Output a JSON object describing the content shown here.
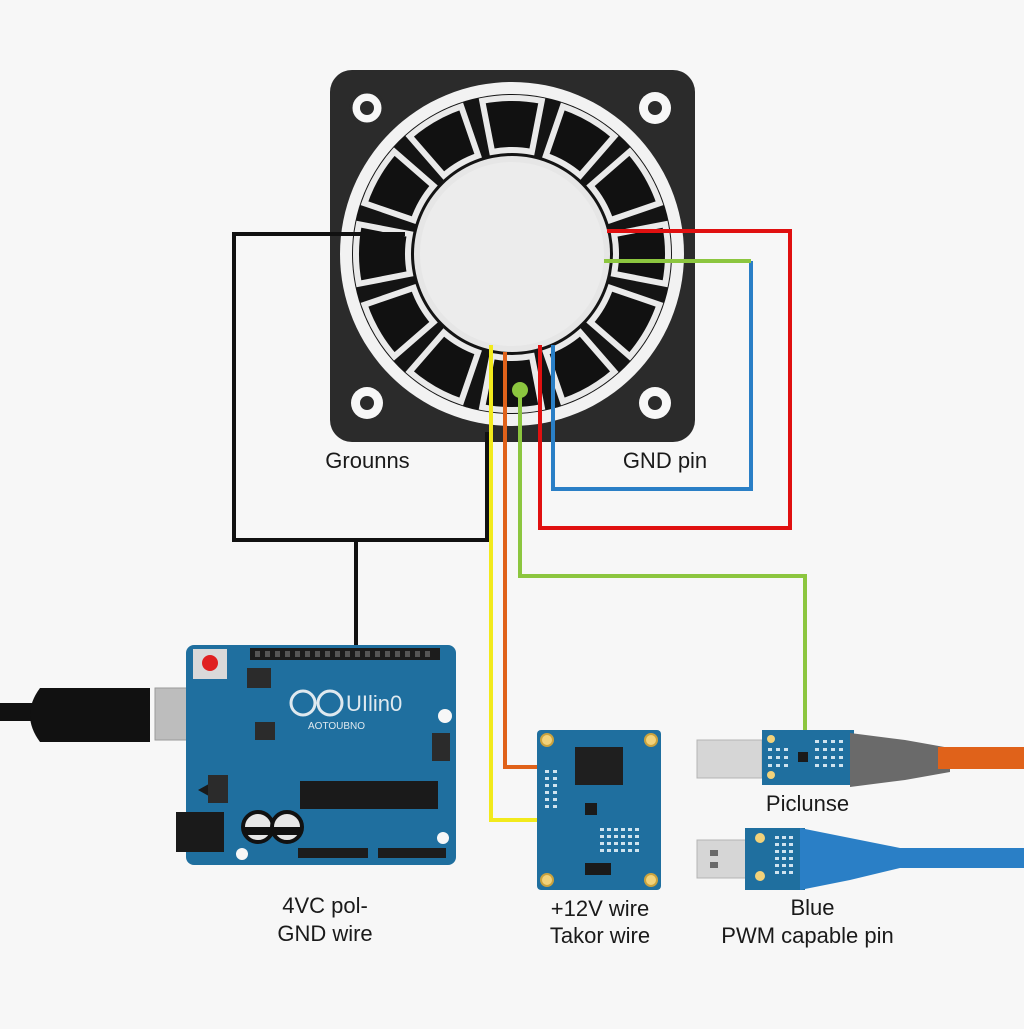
{
  "fan": {
    "label_left": "Grounns",
    "label_right": "GND pin"
  },
  "arduino": {
    "logo_text": "UIlin0",
    "brand_text": "AOTOUBNO",
    "caption_line1": "4VC pol-",
    "caption_line2": "GND wire"
  },
  "driver_board": {
    "caption_line1": "+12V wire",
    "caption_line2": "Takor wire"
  },
  "usb_modules": {
    "top_caption": "Piclunse",
    "bottom_caption_line1": "Blue",
    "bottom_caption_line2": "PWM capable pin"
  },
  "colors": {
    "black_wire": "#111111",
    "red_wire": "#e01010",
    "blue_wire": "#2a7fc6",
    "green_wire": "#8cc63f",
    "yellow_wire": "#f2ea1c",
    "orange_wire": "#e0621a",
    "board_blue": "#1f6f9f",
    "fan_body": "#2b2b2b"
  }
}
